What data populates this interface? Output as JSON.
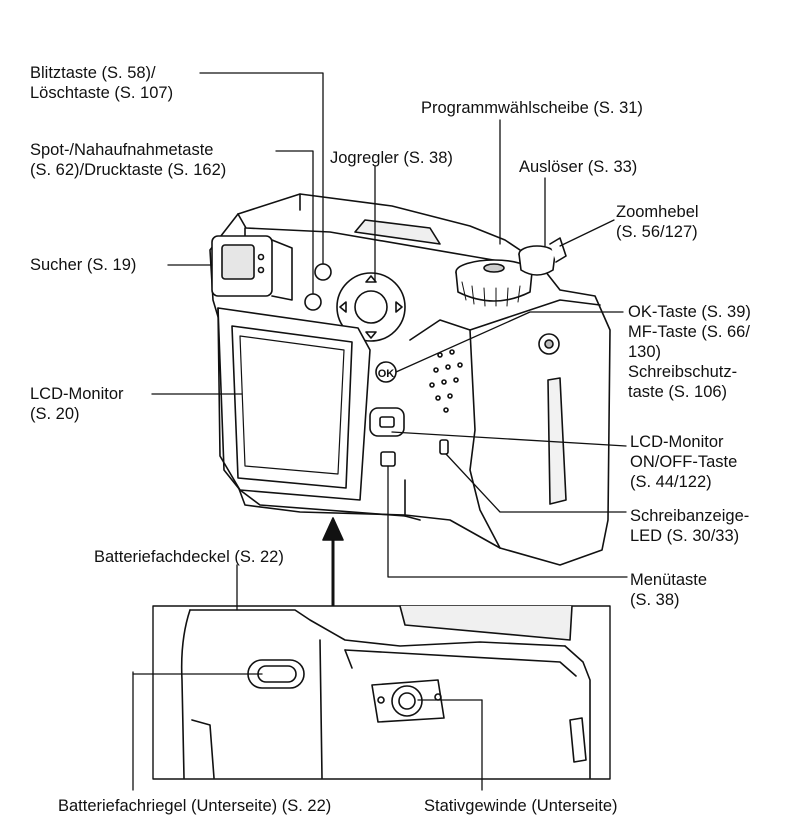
{
  "labels": {
    "blitztaste": "Blitztaste (S. 58)/\nLöschtaste (S. 107)",
    "spot": "Spot-/Nahaufnahmetaste\n(S. 62)/Drucktaste (S. 162)",
    "sucher": "Sucher (S. 19)",
    "lcd_monitor": "LCD-Monitor\n(S. 20)",
    "jogregler": "Jogregler (S. 38)",
    "programm": "Programmwählscheibe (S. 31)",
    "ausloeser": "Auslöser (S. 33)",
    "zoomhebel": "Zoomhebel\n(S. 56/127)",
    "ok_taste": "OK-Taste (S. 39)\nMF-Taste (S. 66/\n130)\nSchreibschutz-\ntaste (S. 106)",
    "lcd_onoff": "LCD-Monitor\nON/OFF-Taste\n(S. 44/122)",
    "schreibanzeige": "Schreibanzeige-\nLED (S. 30/33)",
    "menuetaste": "Menütaste\n(S. 38)",
    "batteriefachdeckel": "Batteriefachdeckel (S. 22)",
    "batteriefachriegel": "Batteriefachriegel (Unterseite) (S. 22)",
    "stativgewinde": "Stativgewinde (Unterseite)"
  },
  "buttons": {
    "ok": "OK"
  },
  "colors": {
    "line": "#111111",
    "camera_fill": "#ffffff",
    "shade": "#dcdcdc",
    "dark": "#7a7a7a"
  }
}
